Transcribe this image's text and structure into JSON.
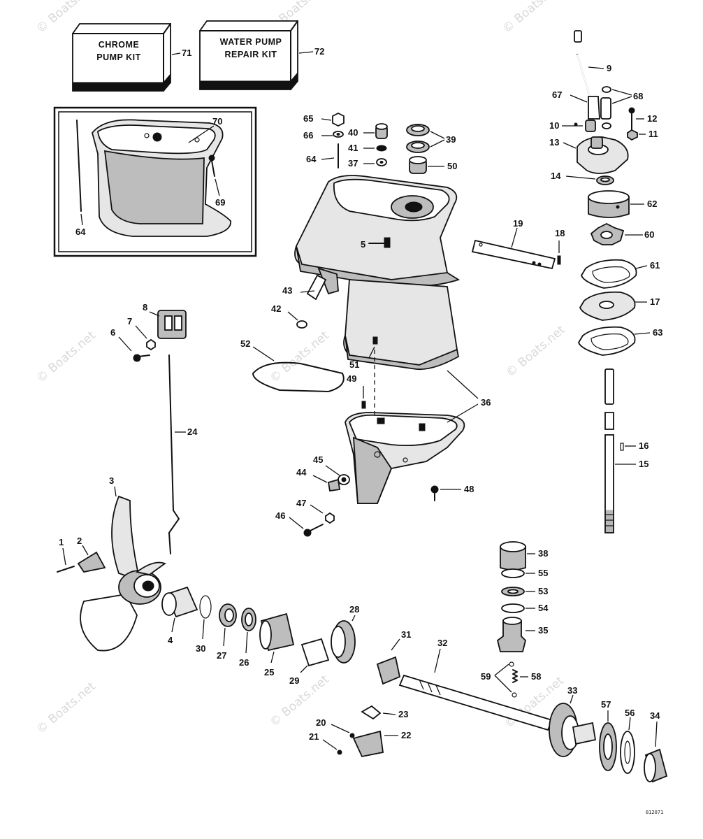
{
  "kits": [
    {
      "name": "chrome-pump-kit",
      "line1": "CHROME",
      "line2": "PUMP KIT",
      "number": "71"
    },
    {
      "name": "water-pump-repair-kit",
      "line1": "WATER PUMP",
      "line2": "REPAIR KIT",
      "number": "72"
    }
  ],
  "watermark": "© Boats.net",
  "drawing_code": "812071",
  "callouts": [
    "1",
    "2",
    "3",
    "4",
    "5",
    "6",
    "7",
    "8",
    "9",
    "10",
    "11",
    "12",
    "13",
    "14",
    "15",
    "16",
    "17",
    "18",
    "19",
    "20",
    "21",
    "22",
    "23",
    "24",
    "25",
    "26",
    "27",
    "28",
    "29",
    "30",
    "31",
    "32",
    "33",
    "34",
    "35",
    "36",
    "37",
    "38",
    "39",
    "40",
    "41",
    "42",
    "43",
    "44",
    "45",
    "46",
    "47",
    "48",
    "49",
    "50",
    "51",
    "52",
    "53",
    "54",
    "55",
    "56",
    "57",
    "58",
    "59",
    "60",
    "61",
    "62",
    "63",
    "64",
    "65",
    "66",
    "67",
    "68",
    "69",
    "70"
  ]
}
